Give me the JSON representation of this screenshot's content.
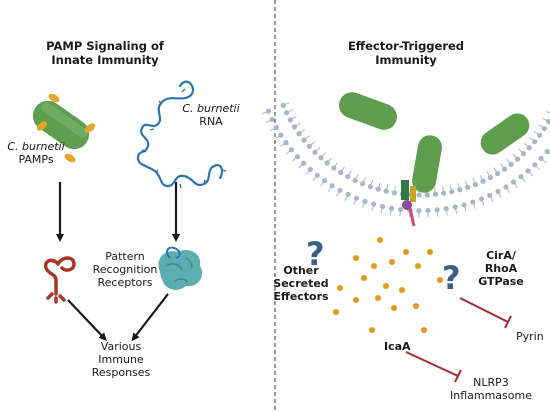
{
  "left": {
    "title_line1": "PAMP Signaling of",
    "title_line2": "Innate Immunity",
    "pamps_line1": "C. burnetii",
    "pamps_line2": "PAMPs",
    "rna_line1": "C. burnetii",
    "rna_line2": "RNA",
    "prr_line1": "Pattern",
    "prr_line2": "Recognition",
    "prr_line3": "Receptors",
    "responses_line1": "Various",
    "responses_line2": "Immune",
    "responses_line3": "Responses"
  },
  "right": {
    "title_line1": "Effector-Triggered",
    "title_line2": "Immunity",
    "other_line1": "Other",
    "other_line2": "Secreted",
    "other_line3": "Effectors",
    "cira_line1": "CirA/",
    "cira_line2": "RhoA",
    "cira_line3": "GTPase",
    "pyrin": "Pyrin",
    "icaa": "IcaA",
    "nlrp3_line1": "NLRP3",
    "nlrp3_line2": "Inflammasome",
    "question_mark": "?"
  },
  "colors": {
    "bacterium": "#5f9e4f",
    "pamp": "#e3a52a",
    "rna": "#2a74b0",
    "tlr": "#a8352c",
    "rig": "#5eaeb0",
    "membrane": "#a9b5c9",
    "effector_dot": "#e09a1f",
    "inhibit": "#a52a34",
    "question": "#3a5f87"
  }
}
